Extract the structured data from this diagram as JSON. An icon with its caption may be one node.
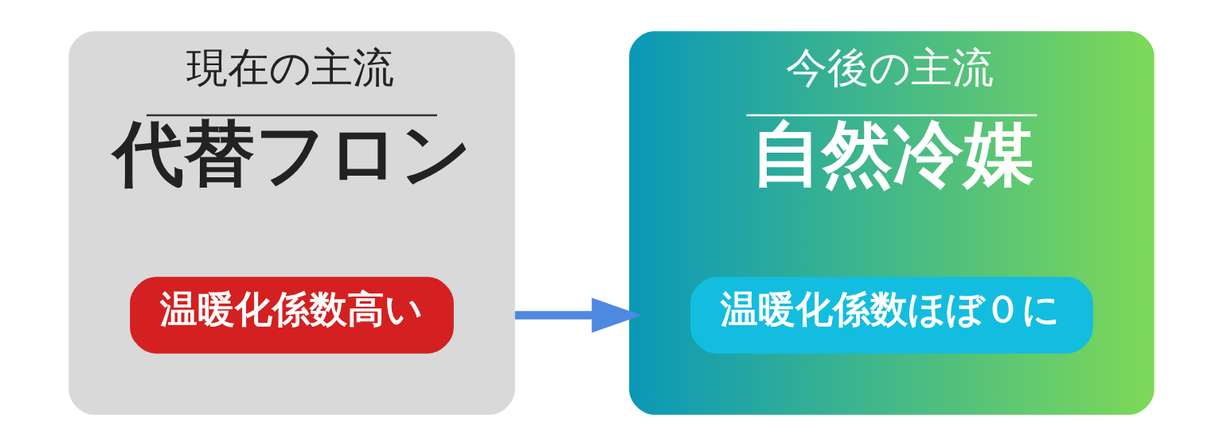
{
  "diagram": {
    "nodes": [
      {
        "text": [
          "現在の主流",
          "代替フロン"
        ]
      },
      {
        "text": [
          "温暖化係数高い"
        ],
        "in": 0
      },
      {
        "text": [
          "今後の主流",
          "自然冷媒"
        ]
      },
      {
        "text": [
          "温暖化係数ほぼ０に"
        ],
        "in": 2
      }
    ],
    "edges": [
      {
        "from": 0,
        "to": 2,
        "arrow": "to"
      }
    ]
  }
}
